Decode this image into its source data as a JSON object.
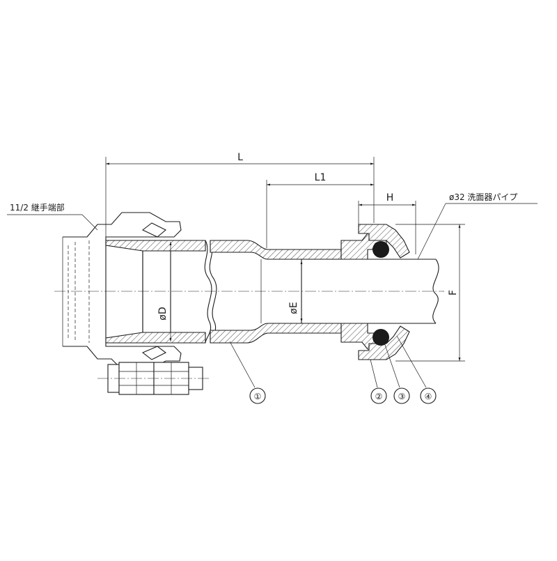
{
  "dimensions": {
    "overall_length": "L",
    "socket_length": "L1",
    "nut_width": "H",
    "outer_diameter": "F",
    "bore_diameter": "øD",
    "spigot_diameter": "øE"
  },
  "callouts": {
    "fitting_end": "11/2 継手端部",
    "wash_basin_pipe": "ø32 洗面器パイプ"
  },
  "part_numbers": [
    "①",
    "②",
    "③",
    "④"
  ]
}
